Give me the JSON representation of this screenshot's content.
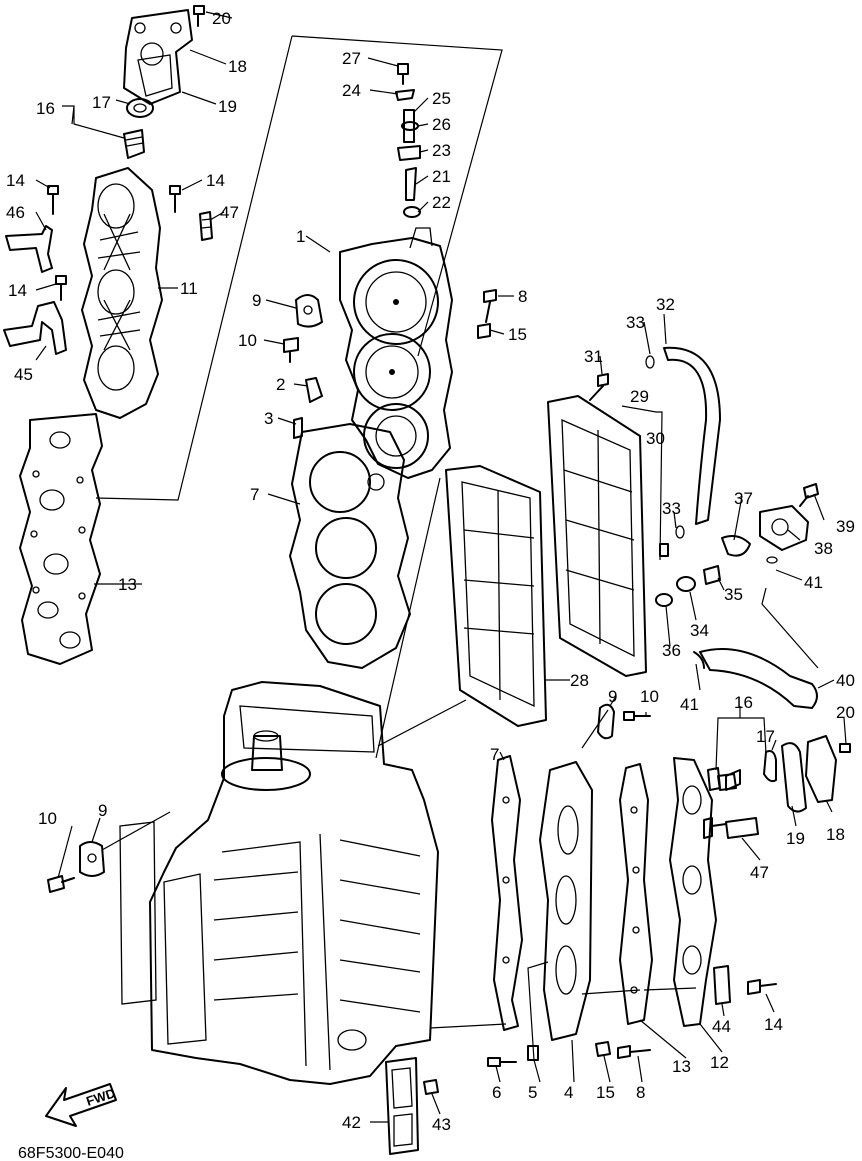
{
  "diagram": {
    "code": "68F5300-E040",
    "fwd_label": "FWD",
    "labels": {
      "l1": "1",
      "l2": "2",
      "l3": "3",
      "l4": "4",
      "l5": "5",
      "l6": "6",
      "l7a": "7",
      "l7b": "7",
      "l8a": "8",
      "l8b": "8",
      "l9a": "9",
      "l9b": "9",
      "l9c": "9",
      "l10a": "10",
      "l10b": "10",
      "l10c": "10",
      "l11": "11",
      "l12": "12",
      "l13a": "13",
      "l13b": "13",
      "l14a": "14",
      "l14b": "14",
      "l14c": "14",
      "l14d": "14",
      "l15a": "15",
      "l15b": "15",
      "l16a": "16",
      "l16b": "16",
      "l17a": "17",
      "l17b": "17",
      "l18a": "18",
      "l18b": "18",
      "l19a": "19",
      "l19b": "19",
      "l20a": "20",
      "l20b": "20",
      "l21": "21",
      "l22": "22",
      "l23": "23",
      "l24": "24",
      "l25": "25",
      "l26": "26",
      "l27": "27",
      "l28": "28",
      "l29": "29",
      "l30": "30",
      "l31": "31",
      "l32": "32",
      "l33a": "33",
      "l33b": "33",
      "l34": "34",
      "l35": "35",
      "l36": "36",
      "l37": "37",
      "l38": "38",
      "l39": "39",
      "l40": "40",
      "l41a": "41",
      "l41b": "41",
      "l42": "42",
      "l43": "43",
      "l44": "44",
      "l45": "45",
      "l46": "46",
      "l47a": "47",
      "l47b": "47"
    }
  }
}
